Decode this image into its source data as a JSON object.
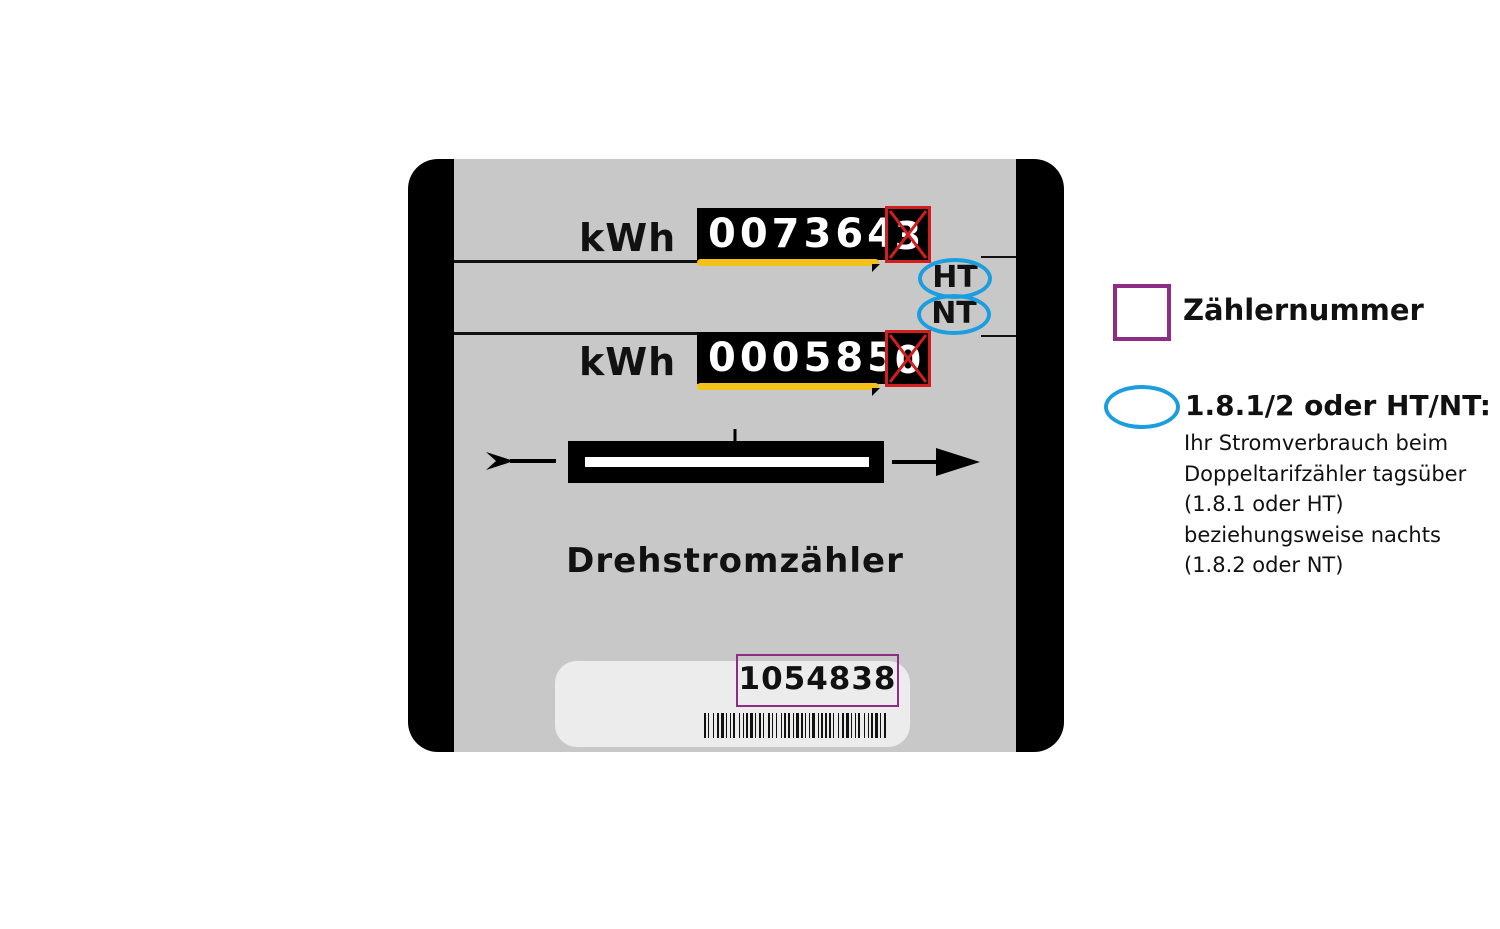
{
  "meter": {
    "unit_top": "kWh",
    "reading_top": "007364",
    "last_digit_top": "3",
    "unit_bottom": "kWh",
    "reading_bottom": "000585",
    "last_digit_bottom": "0",
    "tariff_high": "HT",
    "tariff_low": "NT",
    "title": "Drehstromzähler",
    "serial_number": "1054838"
  },
  "legend": {
    "serial_label": "Zählernummer",
    "tariff_label": "1.8.1/2 oder HT/NT:",
    "tariff_description": [
      "Ihr Stromverbrauch beim",
      "Doppeltarifzähler tagsüber",
      "(1.8.1 oder HT)",
      "beziehungsweise nachts",
      "(1.8.2 oder NT)"
    ]
  },
  "colors": {
    "serial_highlight": "#8e2c86",
    "tariff_highlight": "#1b9ee0",
    "crossed_digit": "#d21e1e",
    "reading_underline": "#f2c21b",
    "meter_face": "#c8c8c8"
  },
  "icons": [
    "arrow-left-icon",
    "arrow-right-icon",
    "rotor-disc-icon",
    "barcode-icon",
    "cross-out-icon"
  ]
}
